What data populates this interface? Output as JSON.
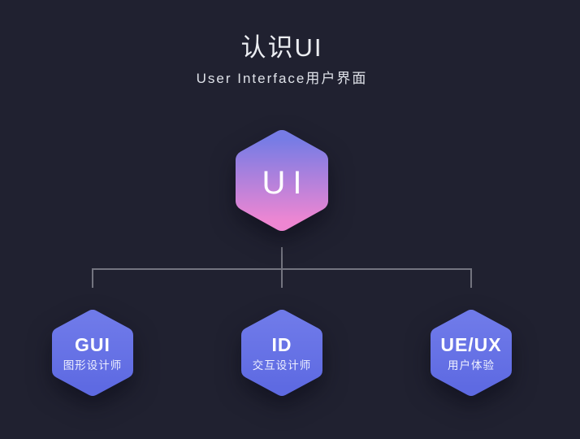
{
  "canvas": {
    "background_color": "#202130",
    "connector_color": "#73747f",
    "text_color": "#eceef2"
  },
  "header": {
    "title": "认识UI",
    "subtitle": "User Interface用户界面"
  },
  "diagram": {
    "root": {
      "label": "UI",
      "gradient_top": "#777ce5",
      "gradient_bottom": "#ee86d2"
    },
    "children": [
      {
        "label": "GUI",
        "sublabel": "图形设计师"
      },
      {
        "label": "ID",
        "sublabel": "交互设计师"
      },
      {
        "label": "UE/UX",
        "sublabel": "用户体验"
      }
    ],
    "child_fill_top": "#6f7ae9",
    "child_fill_bottom": "#5e6ae2"
  }
}
